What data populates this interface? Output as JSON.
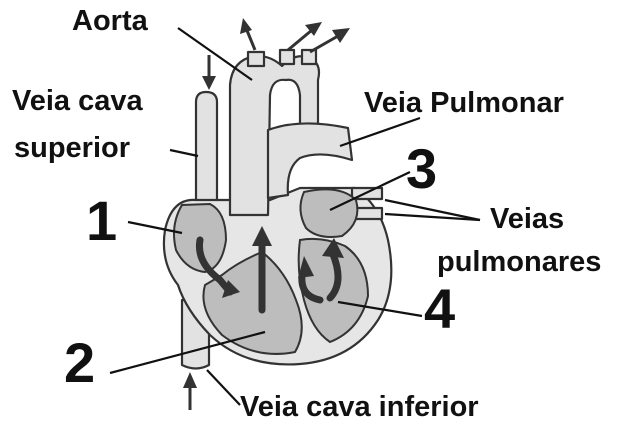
{
  "labels": {
    "aorta": "Aorta",
    "veia_cava_superior_line1": "Veia cava",
    "veia_cava_superior_line2": "superior",
    "veia_pulmonar": "Veia Pulmonar",
    "veias_pulmonares_line1": "Veias",
    "veias_pulmonares_line2": "pulmonares",
    "veia_cava_inferior": "Veia cava inferior",
    "num_1": "1",
    "num_2": "2",
    "num_3": "3",
    "num_4": "4"
  },
  "colors": {
    "text": "#111111",
    "outline": "#333333",
    "tissue": "#e6e6e6",
    "chamber": "#bdbdbd"
  },
  "icons": [
    "arrow-up-icon",
    "arrow-down-icon",
    "flow-arrow-icon"
  ]
}
